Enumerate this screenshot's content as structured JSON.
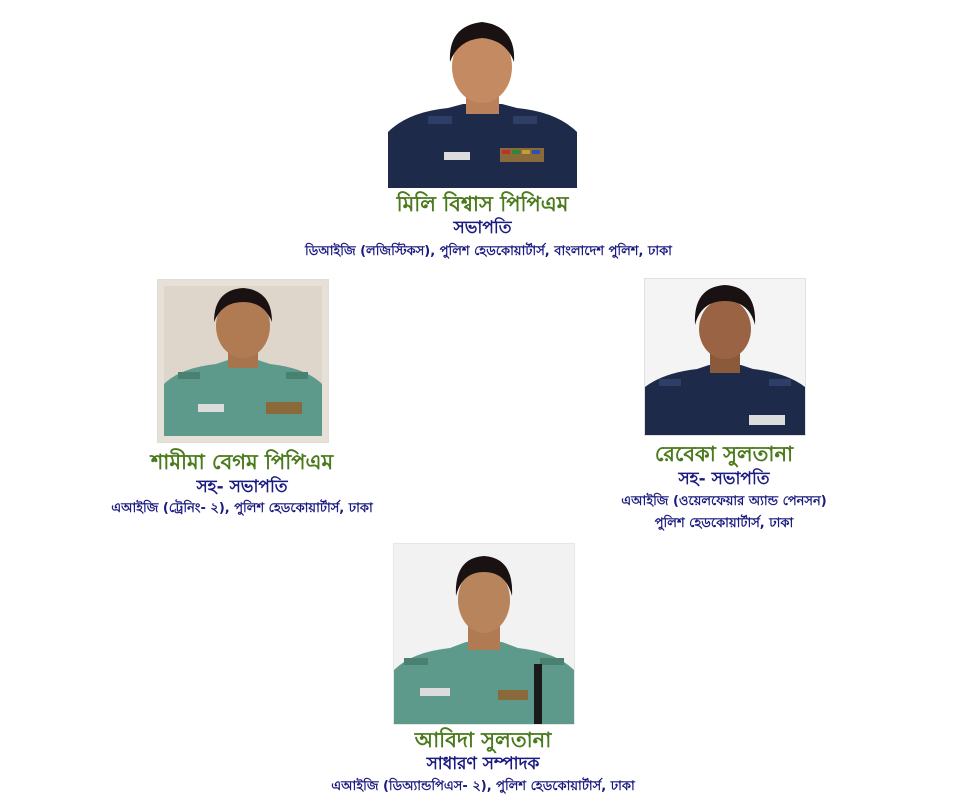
{
  "members": [
    {
      "name": "মিলি বিশ্বাস পিপিএম",
      "role": "সভাপতি",
      "designation": [
        "ডিআইজি (লজিস্টিকস), পুলিশ হেডকোয়ার্টার্স, বাংলাদেশ পুলিশ, ঢাকা"
      ],
      "photo_icon": "officer-portrait-navy-uniform"
    },
    {
      "name": "শামীমা বেগম পিপিএম",
      "role": "সহ- সভাপতি",
      "designation": [
        "এআইজি (ট্রেনিং- ২), পুলিশ হেডকোয়ার্টার্স, ঢাকা"
      ],
      "photo_icon": "officer-portrait-green-uniform"
    },
    {
      "name": "রেবেকা সুলতানা",
      "role": "সহ- সভাপতি",
      "designation": [
        "এআইজি (ওয়েলফেয়ার অ্যান্ড পেনসন)",
        "পুলিশ হেডকোয়ার্টার্স, ঢাকা"
      ],
      "photo_icon": "officer-portrait-navy-uniform"
    },
    {
      "name": "আবিদা সুলতানা",
      "role": "সাধারণ সম্পাদক",
      "designation": [
        "এআইজি (ডিঅ্যান্ডপিএস- ২), পুলিশ হেডকোয়ার্টার্স, ঢাকা"
      ],
      "photo_icon": "officer-portrait-green-uniform"
    }
  ],
  "colors": {
    "name": "#4a7a1c",
    "text": "#1a1a80",
    "navy_uniform": "#1e2a4a",
    "green_uniform": "#5e9a8c"
  }
}
